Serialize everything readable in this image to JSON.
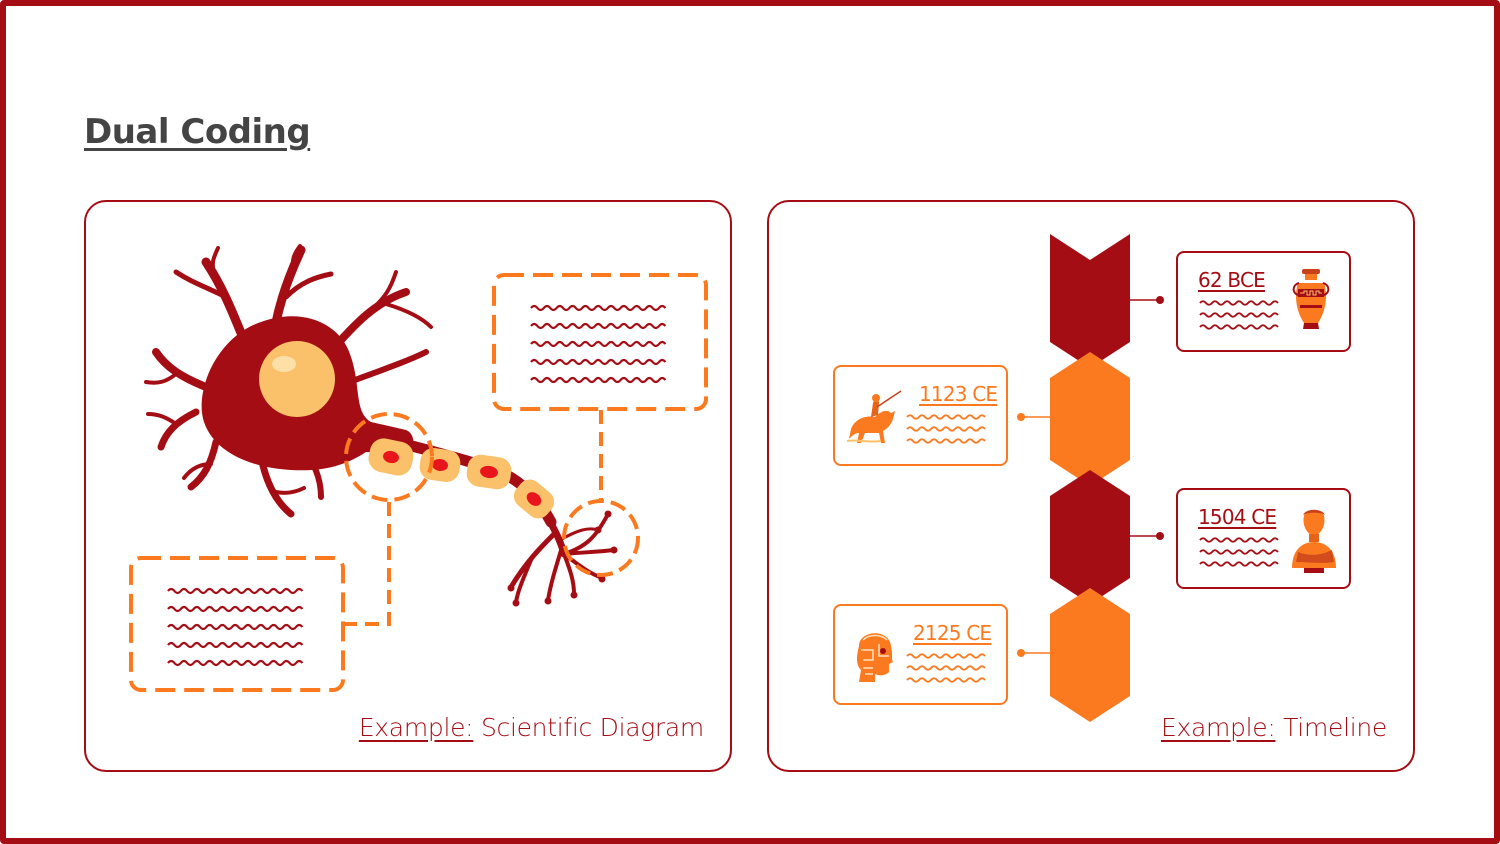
{
  "slide": {
    "title": "Dual Coding"
  },
  "colors": {
    "accent_red": "#a50d15",
    "accent_orange": "#fb7a20",
    "nucleus_yellow": "#fbc06a",
    "text_gray": "#444444"
  },
  "diagram_example": {
    "caption_lead": "Example:",
    "caption_text": " Scientific Diagram",
    "illustration": "neuron-illustration",
    "label_boxes": [
      "axon-label-box",
      "terminal-label-box"
    ]
  },
  "timeline_example": {
    "caption_lead": "Example:",
    "caption_text": " Timeline",
    "events": [
      {
        "date": "62 BCE",
        "icon": "amphora-icon",
        "side": "right"
      },
      {
        "date": "1123 CE",
        "icon": "knight-on-horse-icon",
        "side": "left"
      },
      {
        "date": "1504 CE",
        "icon": "classical-bust-icon",
        "side": "right"
      },
      {
        "date": "2125 CE",
        "icon": "cyborg-head-icon",
        "side": "left"
      }
    ]
  }
}
